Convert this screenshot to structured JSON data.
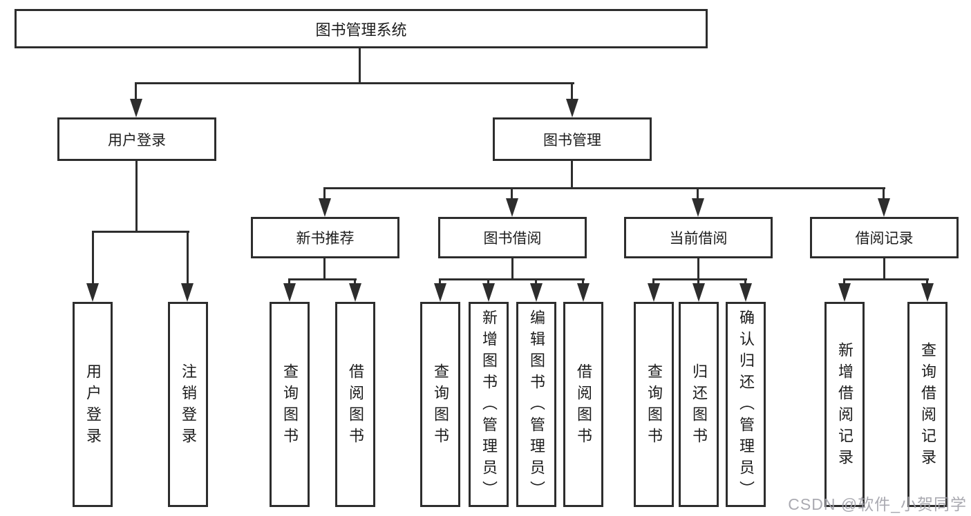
{
  "nodes": {
    "root": "图书管理系统",
    "user_login": "用户登录",
    "book_mgmt": "图书管理",
    "new_book_rec": "新书推荐",
    "book_borrow": "图书借阅",
    "current_borrow": "当前借阅",
    "borrow_records": "借阅记录",
    "ul_leaves": [
      "用户登录",
      "注销登录"
    ],
    "nb_leaves": [
      "查询图书",
      "借阅图书"
    ],
    "bb_leaves": [
      "查询图书",
      "新增图书（管理员）",
      "编辑图书（管理员）",
      "借阅图书"
    ],
    "cb_leaves": [
      "查询图书",
      "归还图书",
      "确认归还（管理员）"
    ],
    "br_leaves": [
      "新增借阅记录",
      "查询借阅记录"
    ]
  },
  "watermark": "CSDN @软件_小贺同学",
  "colors": {
    "line": "#2d2d2d",
    "box_border": "#2d2d2d",
    "text": "#1c1c1c",
    "background": "#ffffff",
    "watermark": "#a3a3aa"
  }
}
